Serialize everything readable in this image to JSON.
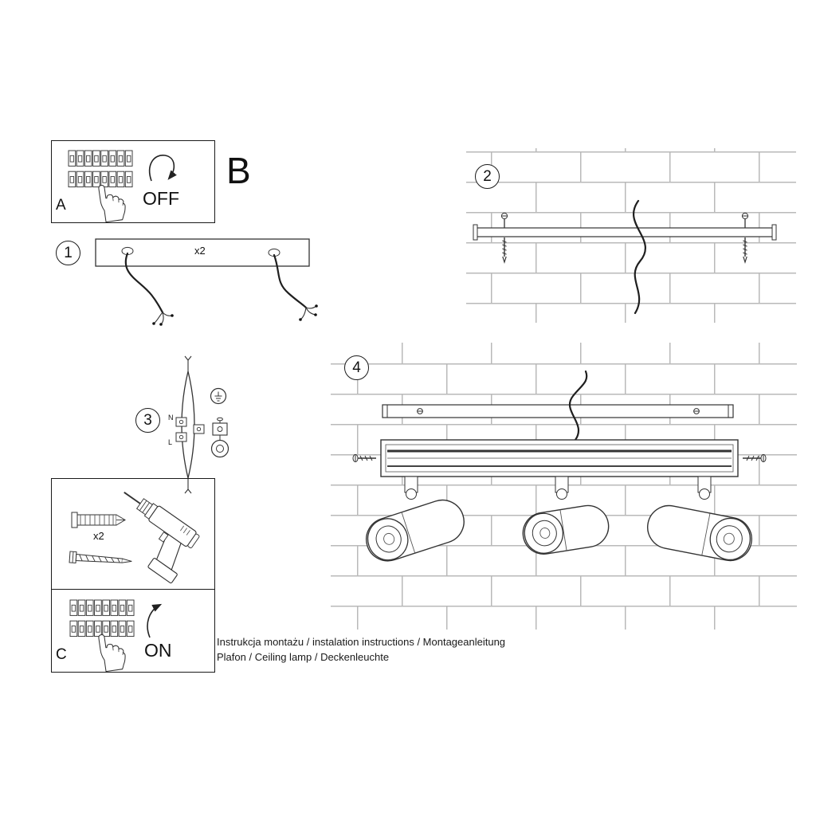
{
  "steps": {
    "step1": "1",
    "step2": "2",
    "step3": "3",
    "step4": "4"
  },
  "panels": {
    "a_label": "A",
    "b_label": "B",
    "c_label": "C",
    "off_label": "OFF",
    "on_label": "ON"
  },
  "annotations": {
    "plate_qty": "x2",
    "anchor_qty": "x2",
    "wire_neutral": "N",
    "wire_live": "L"
  },
  "footer": {
    "line1": "Instrukcja montażu / instalation instructions / Montageanleitung",
    "line2": "Plafon / Ceiling lamp / Deckenleuchte"
  },
  "colors": {
    "line": "#2b2b2b",
    "brick": "#b9b9b9"
  }
}
